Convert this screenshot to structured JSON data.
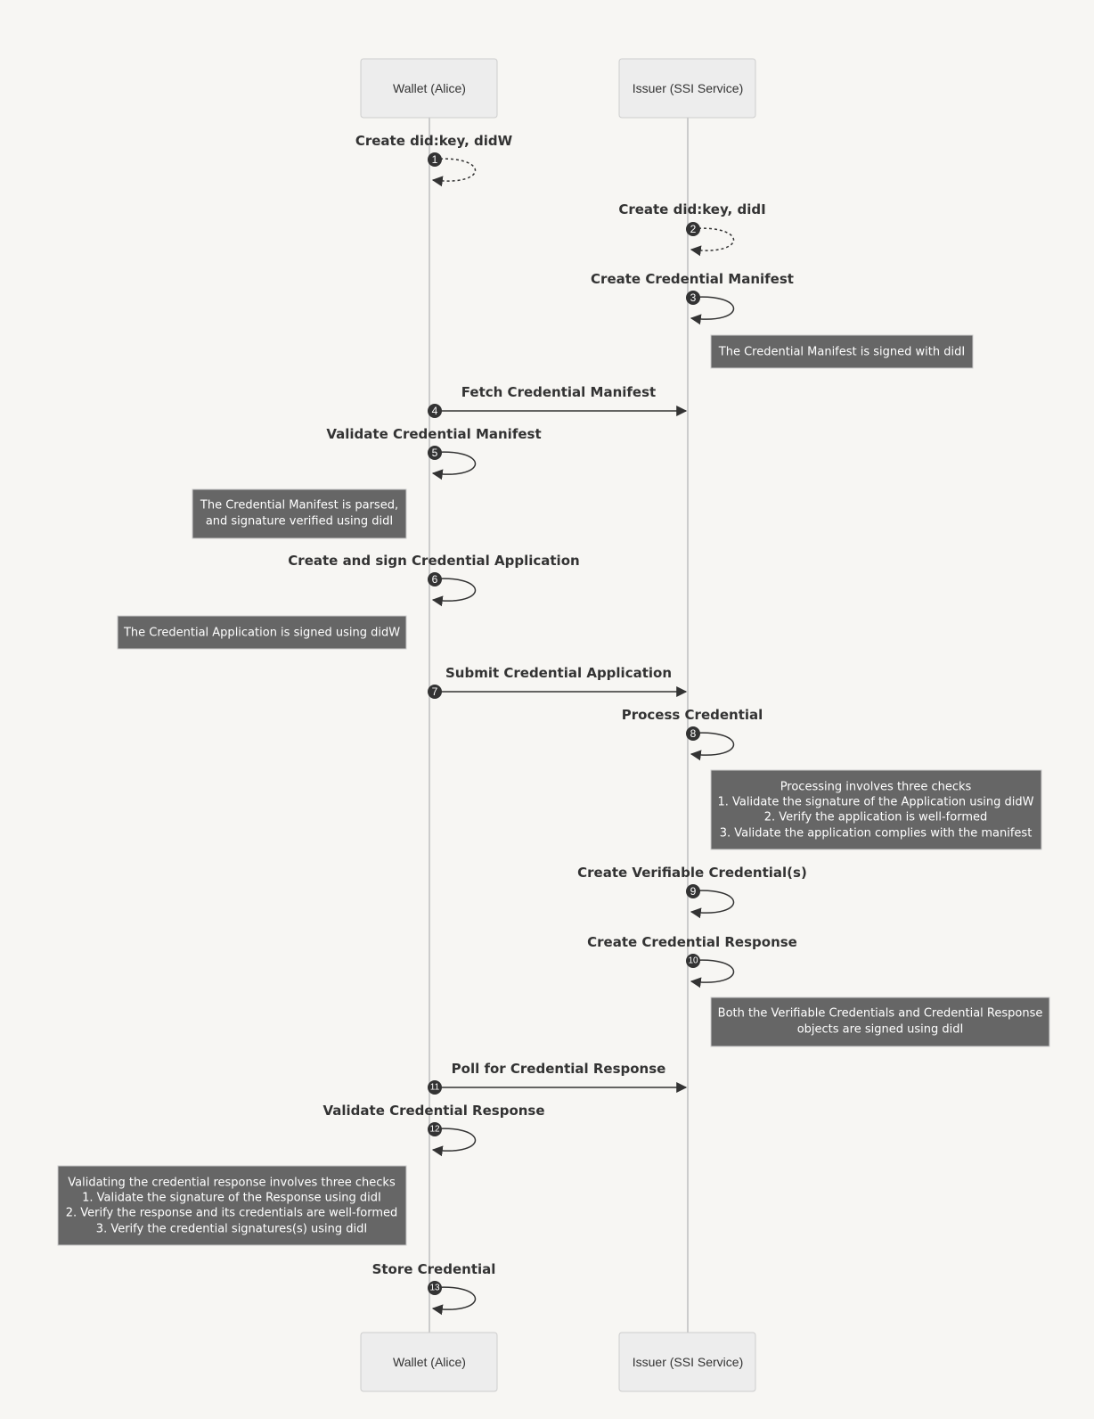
{
  "actors": {
    "wallet": "Wallet (Alice)",
    "issuer": "Issuer (SSI Service)"
  },
  "messages": [
    {
      "number": "1",
      "text": "Create did:key, didW"
    },
    {
      "number": "2",
      "text": "Create did:key, didI"
    },
    {
      "number": "3",
      "text": "Create Credential Manifest"
    },
    {
      "number": "4",
      "text": "Fetch Credential Manifest"
    },
    {
      "number": "5",
      "text": "Validate Credential Manifest"
    },
    {
      "number": "6",
      "text": "Create and sign Credential Application"
    },
    {
      "number": "7",
      "text": "Submit Credential Application"
    },
    {
      "number": "8",
      "text": "Process Credential"
    },
    {
      "number": "9",
      "text": "Create Verifiable Credential(s)"
    },
    {
      "number": "10",
      "text": "Create Credential Response"
    },
    {
      "number": "11",
      "text": "Poll for Credential Response"
    },
    {
      "number": "12",
      "text": "Validate Credential Response"
    },
    {
      "number": "13",
      "text": "Store Credential"
    }
  ],
  "notes": {
    "manifest_signed": [
      "The Credential Manifest is signed with didI"
    ],
    "manifest_parsed": [
      "The Credential Manifest is parsed,",
      "and signature verified using didI"
    ],
    "application_signed": [
      "The Credential Application is signed using didW"
    ],
    "processing_checks": [
      "Processing involves three checks",
      "1. Validate the signature of the Application using didW",
      "2. Verify the application is well-formed",
      "3. Validate the application complies with the manifest"
    ],
    "response_signed": [
      "Both the Verifiable Credentials and Credential Response",
      "objects are signed using didI"
    ],
    "response_checks": [
      "Validating the credential response involves three checks",
      "1. Validate the signature of the Response using didI",
      "2. Verify the response and its credentials are well-formed",
      "3. Verify the credential signatures(s) using didI"
    ]
  }
}
